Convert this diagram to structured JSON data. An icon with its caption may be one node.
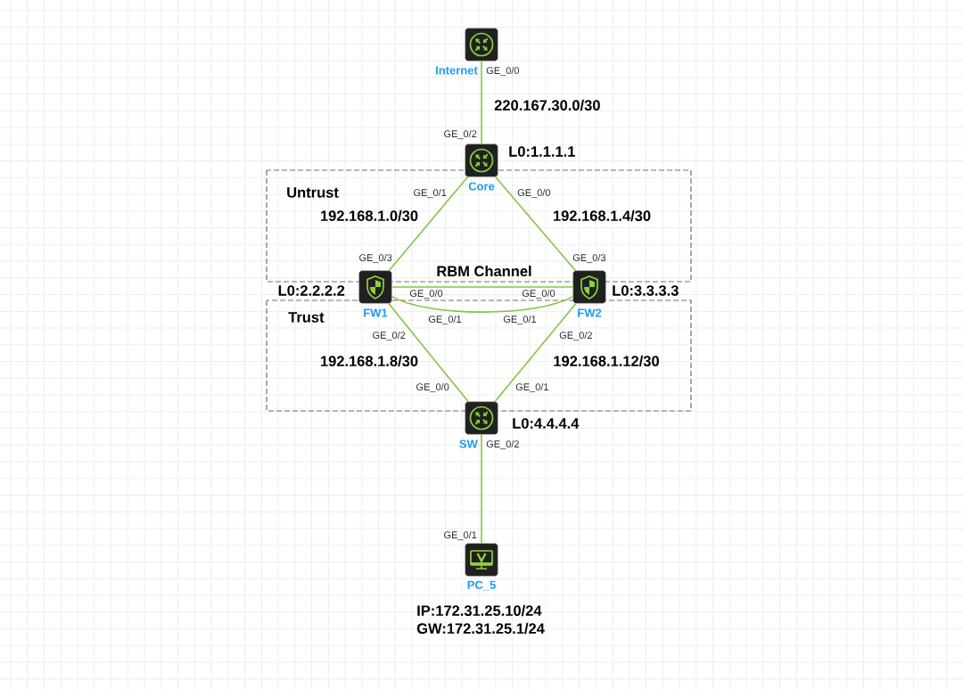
{
  "diagram": {
    "nodes": [
      {
        "text": [
          "Internet"
        ]
      },
      {
        "text": [
          "Core"
        ],
        "beside": [
          "L0:1.1.1.1"
        ]
      },
      {
        "text": [
          "FW1"
        ],
        "beside": [
          "L0:2.2.2.2"
        ]
      },
      {
        "text": [
          "FW2"
        ],
        "beside": [
          "L0:3.3.3.3"
        ]
      },
      {
        "text": [
          "SW"
        ],
        "beside": [
          "L0:4.4.4.4"
        ]
      },
      {
        "text": [
          "PC_5"
        ],
        "beside": [
          "IP:172.31.25.10/24",
          "GW:172.31.25.1/24"
        ]
      }
    ],
    "edges": [
      {
        "from": 0,
        "to": 1,
        "arrow": "none",
        "label": "220.167.30.0/30"
      },
      {
        "from": 1,
        "to": 2,
        "arrow": "none",
        "label": "192.168.1.0/30"
      },
      {
        "from": 1,
        "to": 3,
        "arrow": "none",
        "label": "192.168.1.4/30"
      },
      {
        "from": 2,
        "to": 3,
        "arrow": "none"
      },
      {
        "from": 2,
        "to": 3,
        "arrow": "none"
      },
      {
        "from": 2,
        "to": 4,
        "arrow": "none",
        "label": "192.168.1.8/30"
      },
      {
        "from": 3,
        "to": 4,
        "arrow": "none",
        "label": "192.168.1.12/30"
      },
      {
        "from": 4,
        "to": 5,
        "arrow": "none"
      }
    ],
    "labels": [
      "GE_0/0",
      "GE_0/2",
      "Untrust",
      "GE_0/1",
      "GE_0/0",
      "GE_0/3",
      "GE_0/3",
      "RBM Channel",
      "GE_0/0",
      "GE_0/0",
      "Trust",
      "GE_0/1",
      "GE_0/1",
      "GE_0/2",
      "GE_0/2",
      "GE_0/0",
      "GE_0/1",
      "GE_0/2",
      "GE_0/1"
    ]
  }
}
